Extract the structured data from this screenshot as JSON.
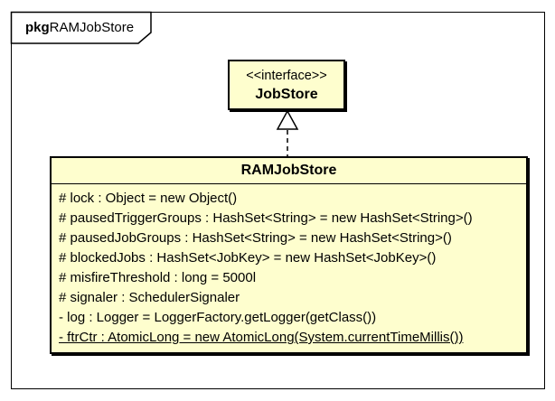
{
  "package": {
    "keyword": "pkg",
    "name": "RAMJobStore"
  },
  "interface_node": {
    "stereotype": "<<interface>>",
    "name": "JobStore"
  },
  "class_node": {
    "name": "RAMJobStore",
    "attributes": [
      {
        "text": "# lock : Object = new Object()",
        "underline": false
      },
      {
        "text": "# pausedTriggerGroups : HashSet<String> = new HashSet<String>()",
        "underline": false
      },
      {
        "text": "# pausedJobGroups : HashSet<String> = new HashSet<String>()",
        "underline": false
      },
      {
        "text": "# blockedJobs : HashSet<JobKey> = new HashSet<JobKey>()",
        "underline": false
      },
      {
        "text": "# misfireThreshold : long = 5000l",
        "underline": false
      },
      {
        "text": "# signaler : SchedulerSignaler",
        "underline": false
      },
      {
        "text": "- log : Logger = LoggerFactory.getLogger(getClass())",
        "underline": false
      },
      {
        "text": "- ftrCtr : AtomicLong = new AtomicLong(System.currentTimeMillis())",
        "underline": true
      }
    ]
  },
  "relationship": {
    "type": "realization",
    "from": "RAMJobStore",
    "to": "JobStore",
    "line_style": "dashed",
    "arrowhead": "hollow-triangle"
  },
  "colors": {
    "node_fill": "#FEFECE",
    "node_border": "#000000",
    "background": "#FFFFFF"
  }
}
